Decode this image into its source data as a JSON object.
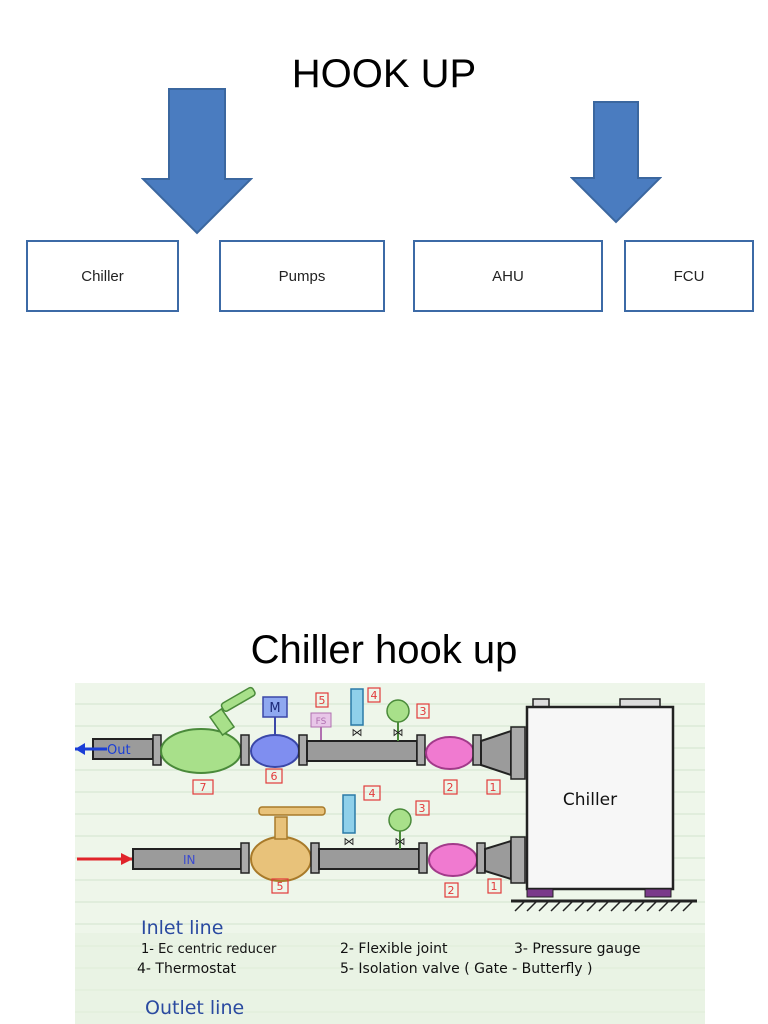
{
  "heading": "HOOK UP",
  "categories": [
    "Chiller",
    "Pumps",
    "AHU",
    "FCU"
  ],
  "section_title": "Chiller hook up",
  "diagram": {
    "chiller_label": "Chiller",
    "out_label": "Out",
    "in_label": "IN",
    "motor_label": "M",
    "flow_switch_label": "FS",
    "outlet_numbers": [
      "5",
      "4",
      "3",
      "7",
      "6",
      "4",
      "2",
      "1"
    ],
    "inlet_numbers": [
      "3",
      "5",
      "2",
      "1"
    ],
    "legend": {
      "inlet_title": "Inlet line",
      "inlet_items": [
        "1- Ec centric reducer",
        "2- Flexible joint",
        "3- Pressure gauge",
        "4- Thermostat",
        "5- Isolation valve ( Gate - Butterfly )"
      ],
      "outlet_title": "Outlet line"
    },
    "colors": {
      "arrow": "#4a7cc0",
      "box_border": "#3c6aa6",
      "number_tag": "#e23b3b",
      "pipe": "#9b9b9b",
      "gate_valve": "#a8e08a",
      "isolation_valve": "#e8c27a",
      "flexible_joint": "#f07ad0",
      "legend_text": "#2a4aa0"
    }
  }
}
